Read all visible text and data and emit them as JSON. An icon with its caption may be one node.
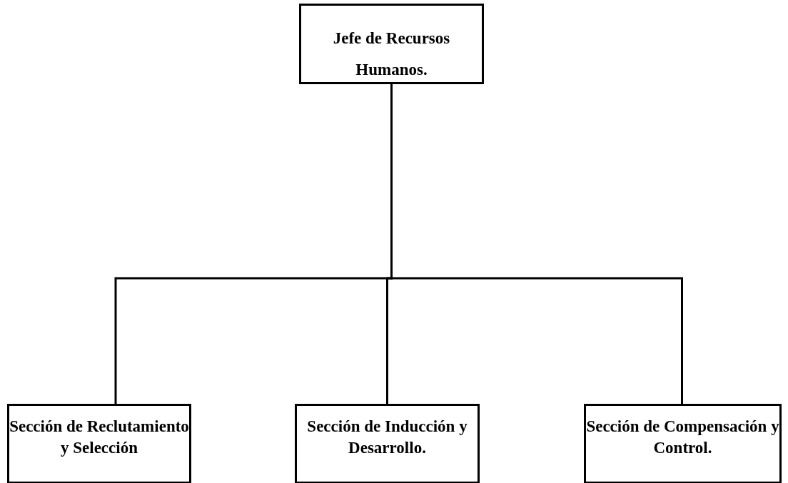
{
  "diagram": {
    "nodes": [
      {
        "text": [
          "Jefe de Recursos Humanos."
        ]
      },
      {
        "text": [
          "Sección de Reclutamiento y Selección"
        ]
      },
      {
        "text": [
          "Sección de Inducción y Desarrollo."
        ]
      },
      {
        "text": [
          "Sección de Compensación y Control."
        ]
      }
    ],
    "edges": [
      {
        "from": 0,
        "to": 1,
        "arrow": "none"
      },
      {
        "from": 0,
        "to": 2,
        "arrow": "none"
      },
      {
        "from": 0,
        "to": 3,
        "arrow": "none"
      }
    ]
  }
}
